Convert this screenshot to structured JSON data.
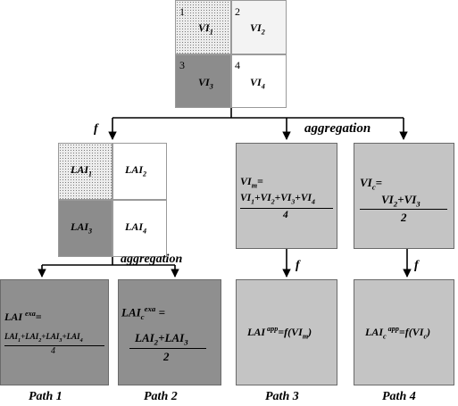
{
  "top_grid": {
    "cells": [
      {
        "num": "1",
        "label": "VI",
        "sub": "1"
      },
      {
        "num": "2",
        "label": "VI",
        "sub": "2"
      },
      {
        "num": "3",
        "label": "VI",
        "sub": "3"
      },
      {
        "num": "4",
        "label": "VI",
        "sub": "4"
      }
    ]
  },
  "lai_grid": {
    "cells": [
      {
        "label": "LAI",
        "sub": "1"
      },
      {
        "label": "LAI",
        "sub": "2"
      },
      {
        "label": "LAI",
        "sub": "3"
      },
      {
        "label": "LAI",
        "sub": "4"
      }
    ]
  },
  "arrow_labels": {
    "f_top": "f",
    "aggregation_top": "aggregation",
    "aggregation_mid": "aggregation",
    "f_path3": "f",
    "f_path4": "f"
  },
  "boxes": {
    "vim": {
      "lhs": "VI",
      "lhs_sub": "m",
      "eq": "=",
      "numerator": "VI1+VI2+VI3+VI4",
      "denominator": "4"
    },
    "vic": {
      "lhs": "VI",
      "lhs_sub": "c",
      "eq": "=",
      "numerator": "VI2+VI3",
      "denominator": "2"
    },
    "lai_exa": {
      "lhs": "LAI",
      "sup": "exa",
      "eq": "=",
      "numerator": "LAI1+LAI2+LAI3+LAI4",
      "denominator": "4"
    },
    "lai_c_exa": {
      "lhs": "LAI",
      "sub": "c",
      "sup": "exa",
      "eq": "=",
      "numerator": "LAI2+LAI3",
      "denominator": "2"
    },
    "lai_app": {
      "text": "LAI app =f(VIm)"
    },
    "lai_c_app": {
      "text": "LAIc app =f(VIc)"
    }
  },
  "paths": [
    "Path 1",
    "Path 2",
    "Path 3",
    "Path 4"
  ]
}
